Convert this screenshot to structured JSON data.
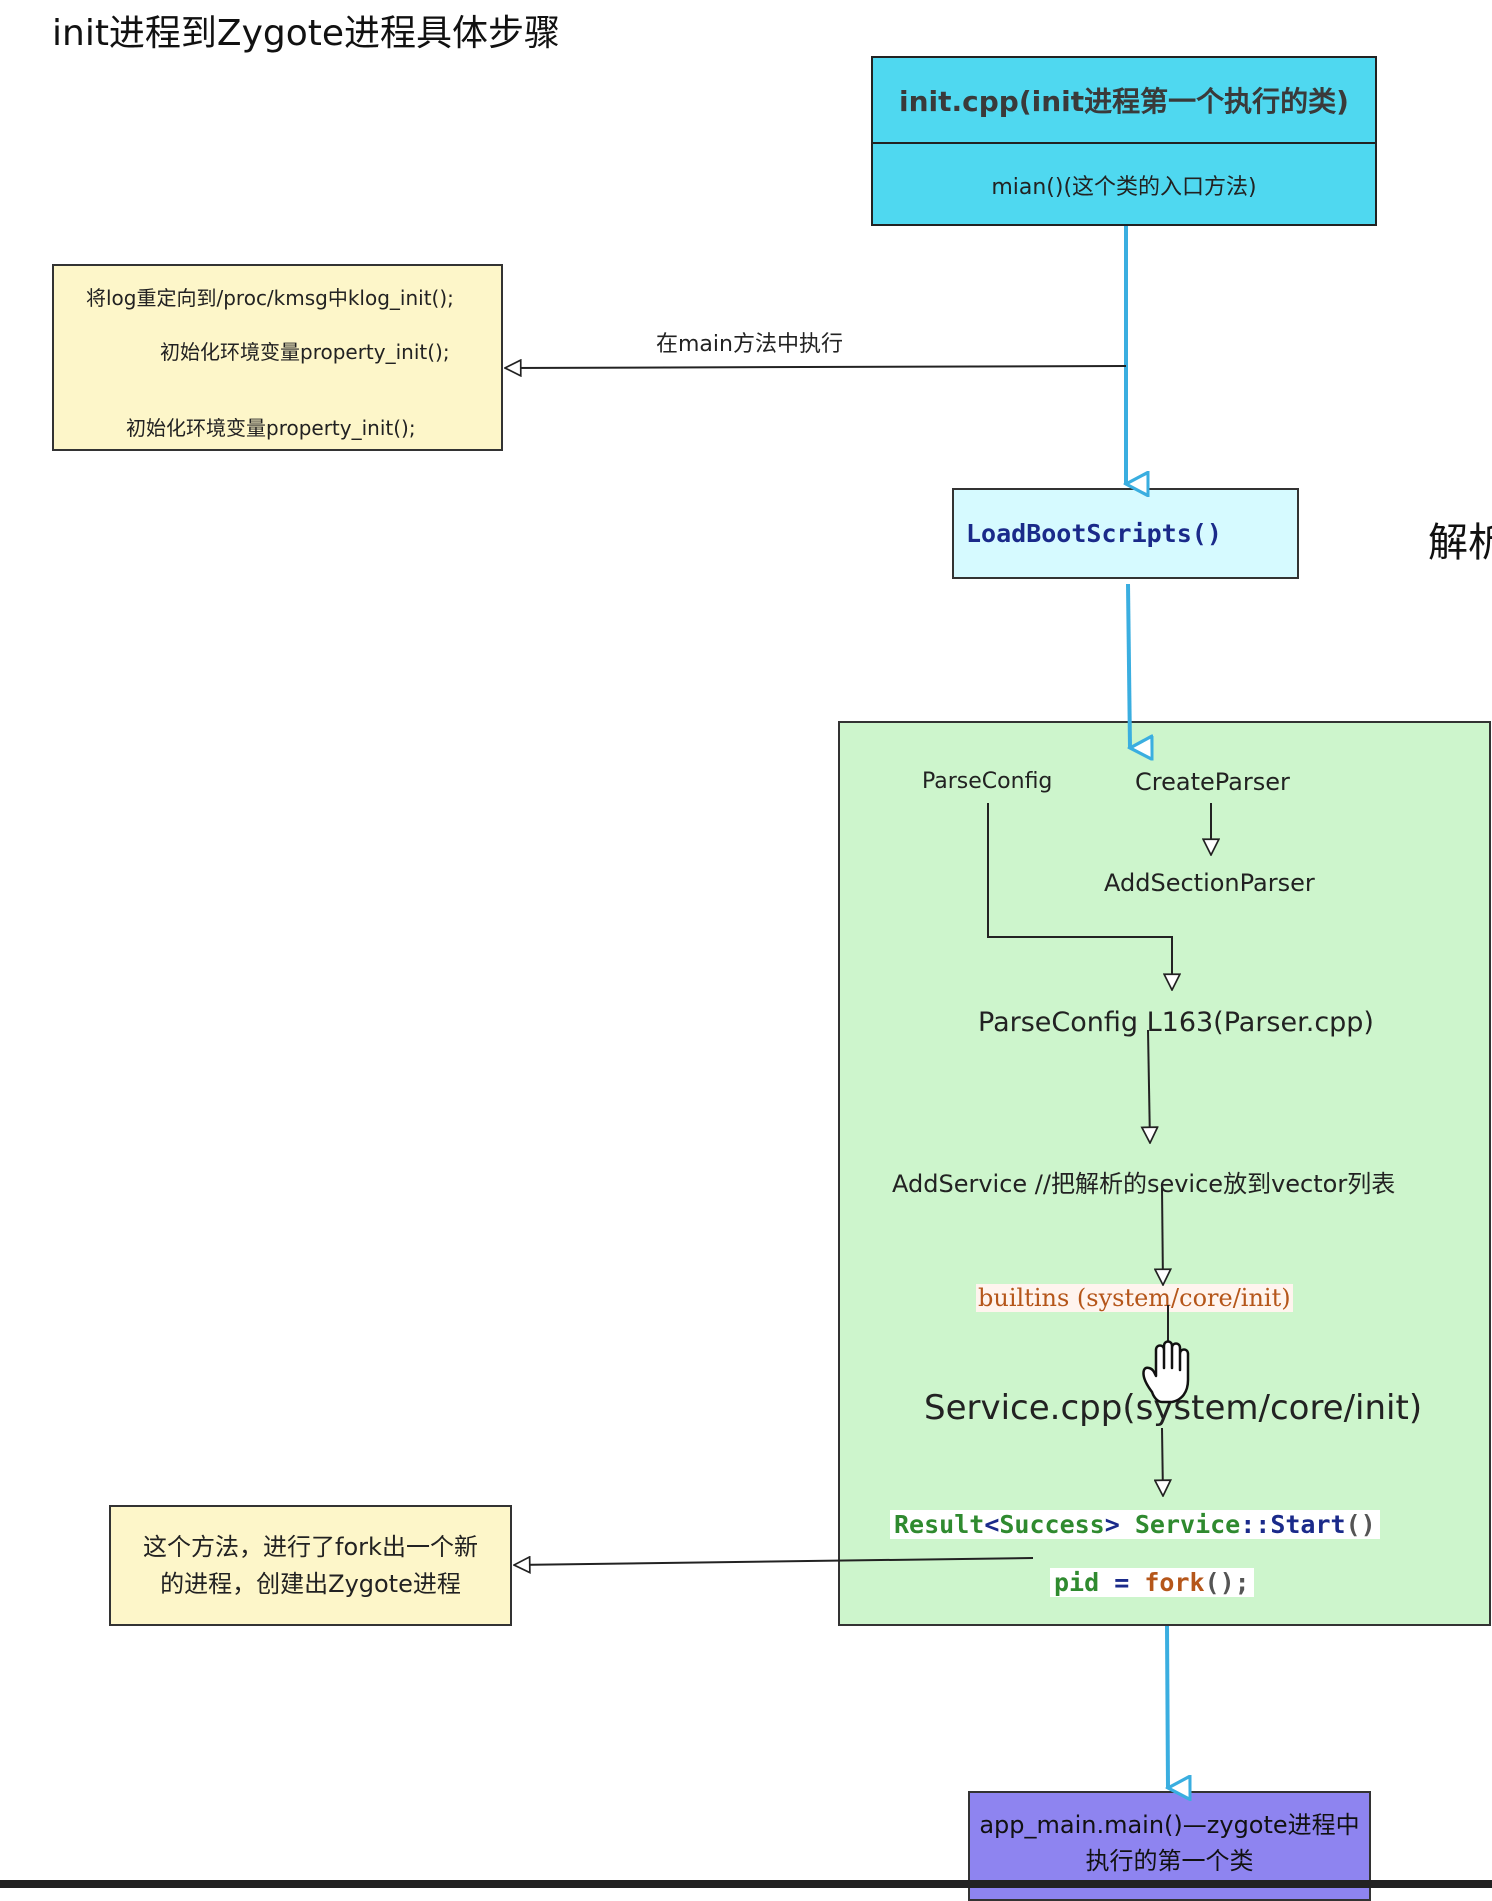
{
  "title": "init进程到Zygote进程具体步骤",
  "cut_text": "解析",
  "init_box": {
    "header": "init.cpp(init进程第一个执行的类)",
    "body": "mian()(这个类的入口方法)"
  },
  "side_note_top": {
    "lines": [
      "将log重定向到/proc/kmsg中klog_init();",
      "初始化环境变量property_init();",
      "初始化环境变量property_init();"
    ]
  },
  "edge_label_main": "在main方法中执行",
  "load_boot_scripts": "LoadBootScripts()",
  "parse_group": {
    "parse_config": "ParseConfig",
    "create_parser": "CreateParser",
    "add_section_parser": "AddSectionParser",
    "parse_config_line": "ParseConfig L163(Parser.cpp)",
    "add_service": "AddService //把解析的sevice放到vector列表",
    "builtins": "builtins (system/core/init)",
    "service_cpp": "Service.cpp(system/core/init)",
    "start_code": {
      "result": "Result",
      "lt": "<",
      "success": "Success",
      "gt": ">",
      "service": "Service",
      "scope": "::",
      "start": "Start",
      "parens": "()"
    },
    "fork_code": {
      "pid": "pid",
      "eq": "=",
      "fork": "fork",
      "tail": "();"
    }
  },
  "side_note_bottom": {
    "lines": [
      "这个方法，进行了fork出一个新",
      "的进程，创建出Zygote进程"
    ]
  },
  "app_main": {
    "lines": [
      "app_main.main()—zygote进程中",
      "执行的第一个类"
    ]
  },
  "colors": {
    "cyan_box": "#4fd8f0",
    "light_cyan_box": "#d6faff",
    "green_group": "#cdf5cc",
    "yellow_note": "#fdf6c9",
    "purple_box": "#8e84f0",
    "blue_arrow": "#3aaee0"
  }
}
